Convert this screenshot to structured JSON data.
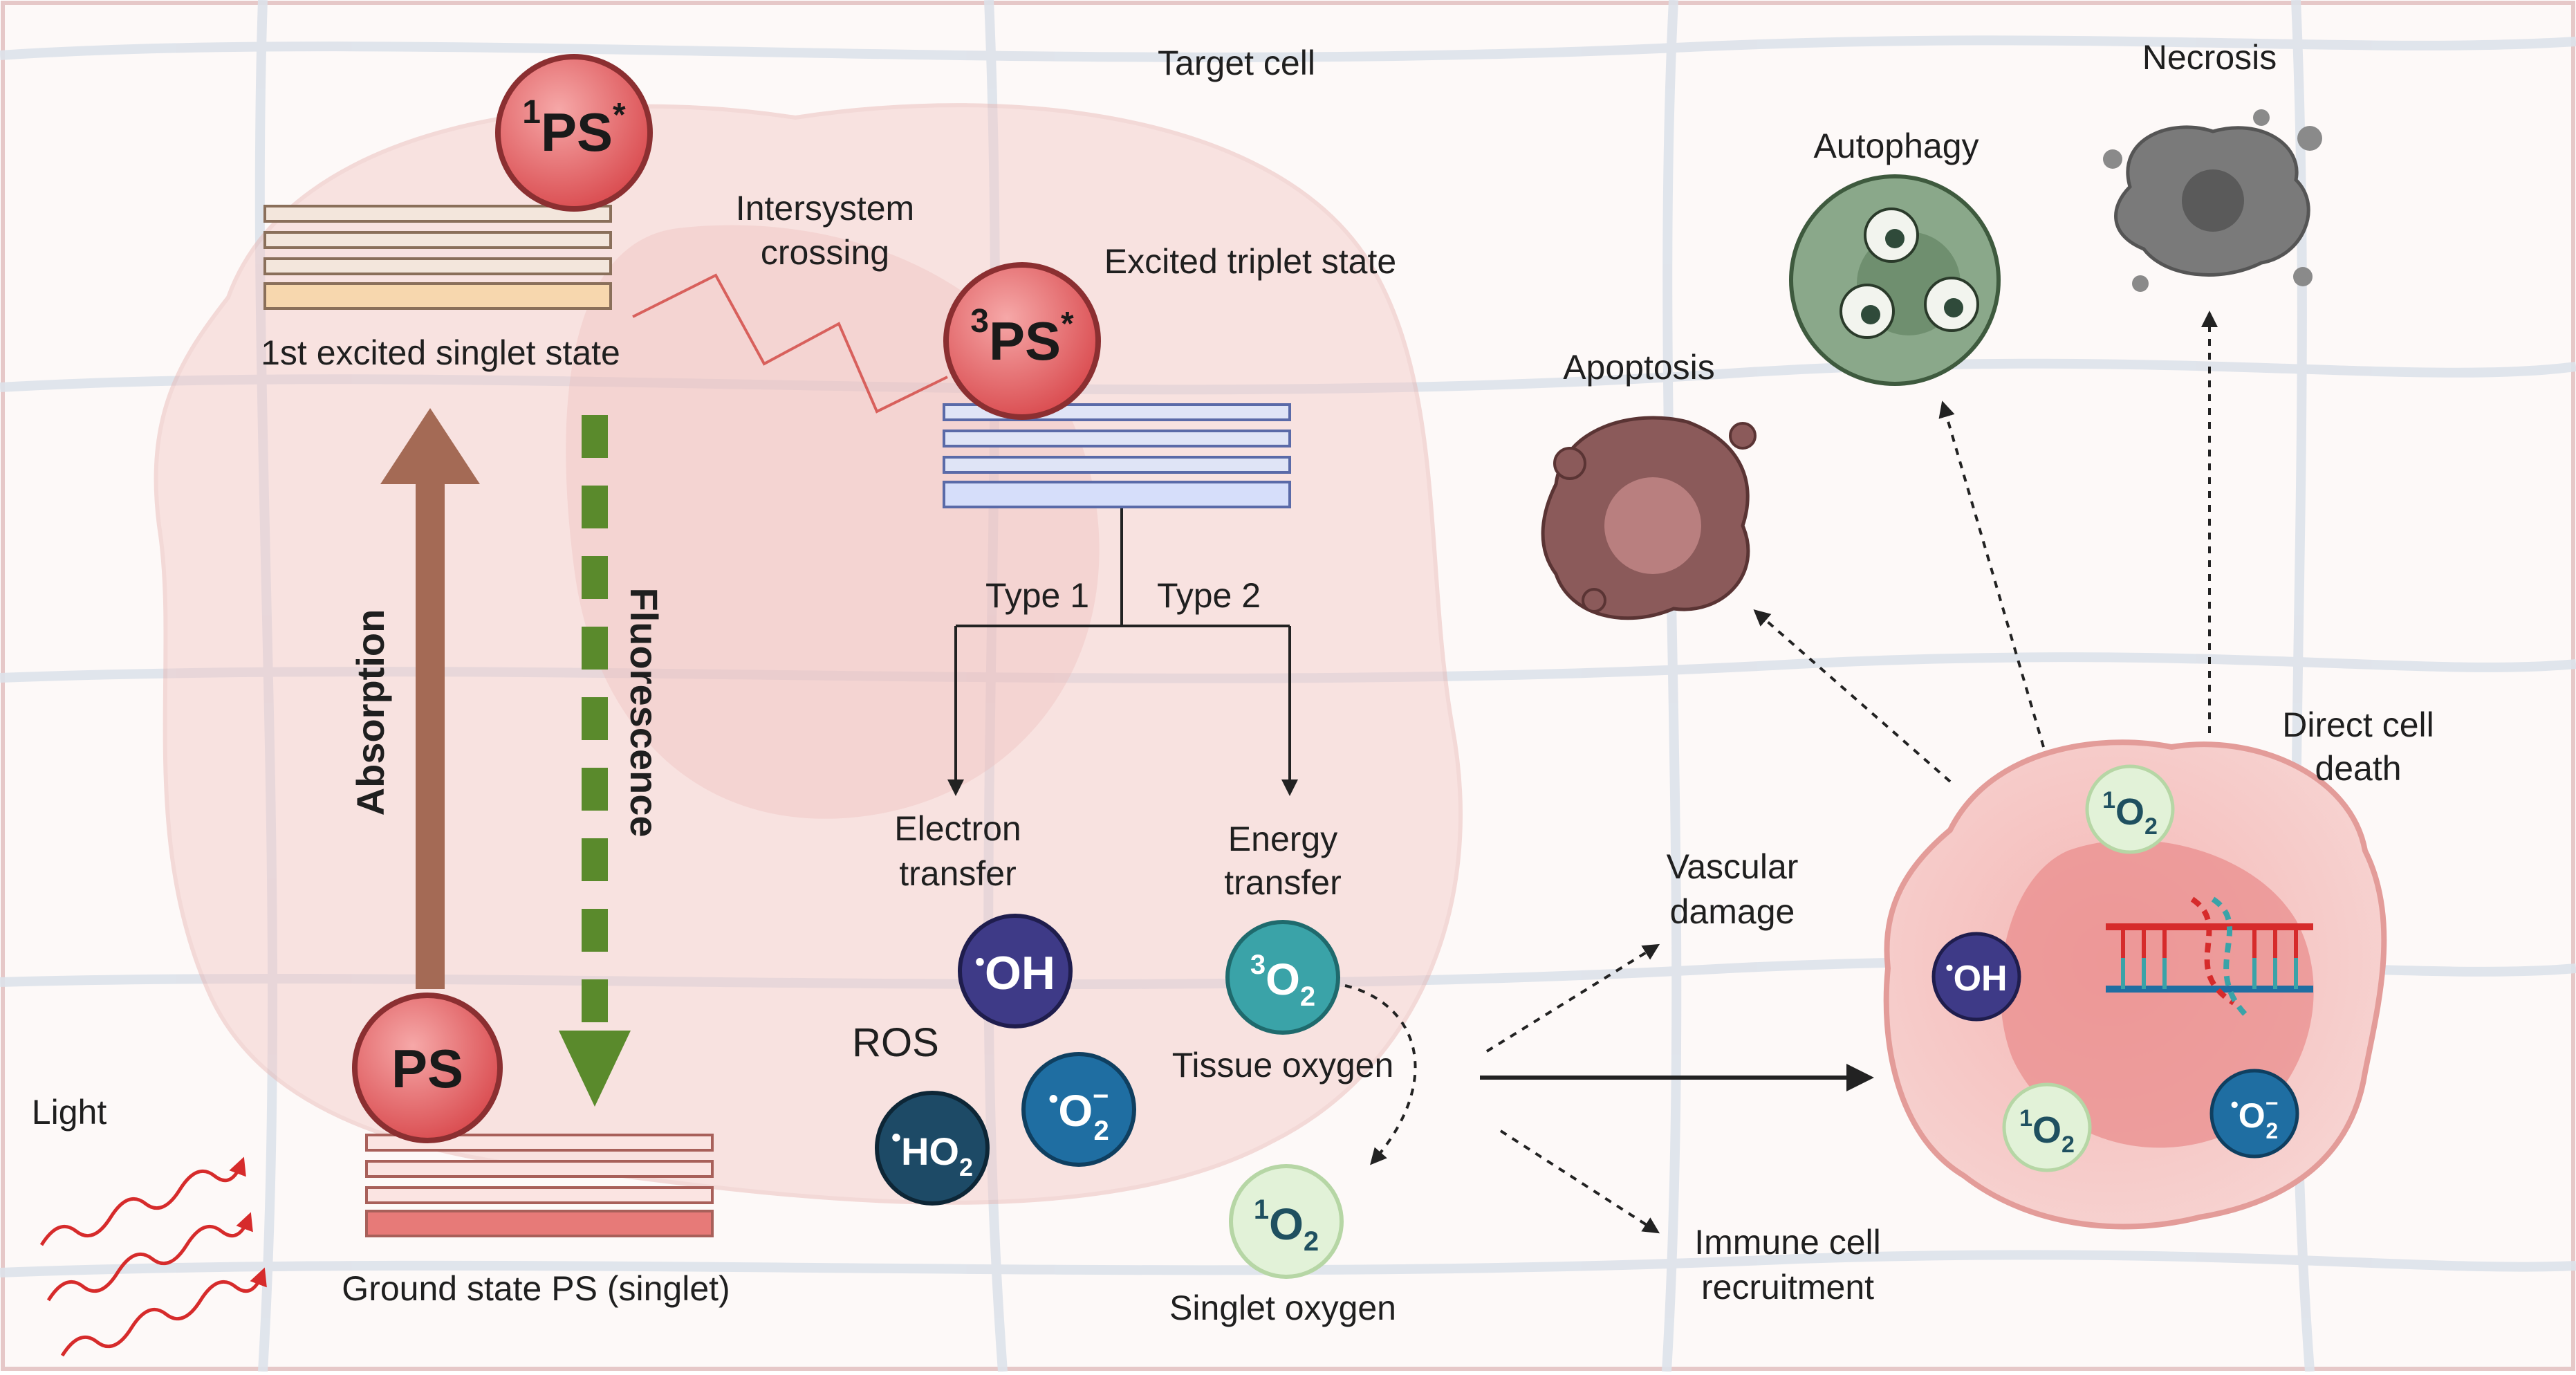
{
  "energy": {
    "singlet_excited_symbol": "1",
    "singlet_excited_base": "PS",
    "singlet_excited_sup": "*",
    "singlet_excited_label": "1st excited singlet state",
    "triplet_symbol": "3",
    "triplet_base": "PS",
    "triplet_sup": "*",
    "triplet_label": "Excited triplet state",
    "ground_symbol": "PS",
    "ground_label": "Ground state PS (singlet)",
    "isc_line1": "Intersystem",
    "isc_line2": "crossing",
    "absorption": "Absorption",
    "fluorescence": "Fluorescence",
    "light": "Light"
  },
  "cell": {
    "target": "Target cell"
  },
  "pathways": {
    "type1": "Type 1",
    "type2": "Type 2",
    "electron_l1": "Electron",
    "electron_l2": "transfer",
    "energy_l1": "Energy",
    "energy_l2": "transfer",
    "ros": "ROS",
    "tissue_oxygen": "Tissue oxygen",
    "singlet_oxygen": "Singlet oxygen"
  },
  "species": {
    "oh": "OH",
    "ho2": "HO",
    "ho2_sub": "2",
    "o2_minus": "O",
    "o2_minus_sub": "2",
    "o2_minus_sup": "−",
    "o3_sup": "3",
    "o_base": "O",
    "o_sub": "2",
    "o1_sup": "1"
  },
  "outcomes": {
    "necrosis": "Necrosis",
    "autophagy": "Autophagy",
    "apoptosis": "Apoptosis",
    "direct_l1": "Direct cell",
    "direct_l2": "death",
    "vascular_l1": "Vascular",
    "vascular_l2": "damage",
    "immune_l1": "Immune cell",
    "immune_l2": "recruitment"
  },
  "colors": {
    "ps_red": "#e8686b",
    "absorption_brown": "#a46a55",
    "fluorescence_green": "#5a8a2c",
    "oh_purple": "#3e3a87",
    "o2minus_blue": "#1f6ea2",
    "ho2_navy": "#1d4a66",
    "triplet_o2_teal": "#3aa3a8",
    "singlet_o2_mint": "#e2f2d8"
  }
}
